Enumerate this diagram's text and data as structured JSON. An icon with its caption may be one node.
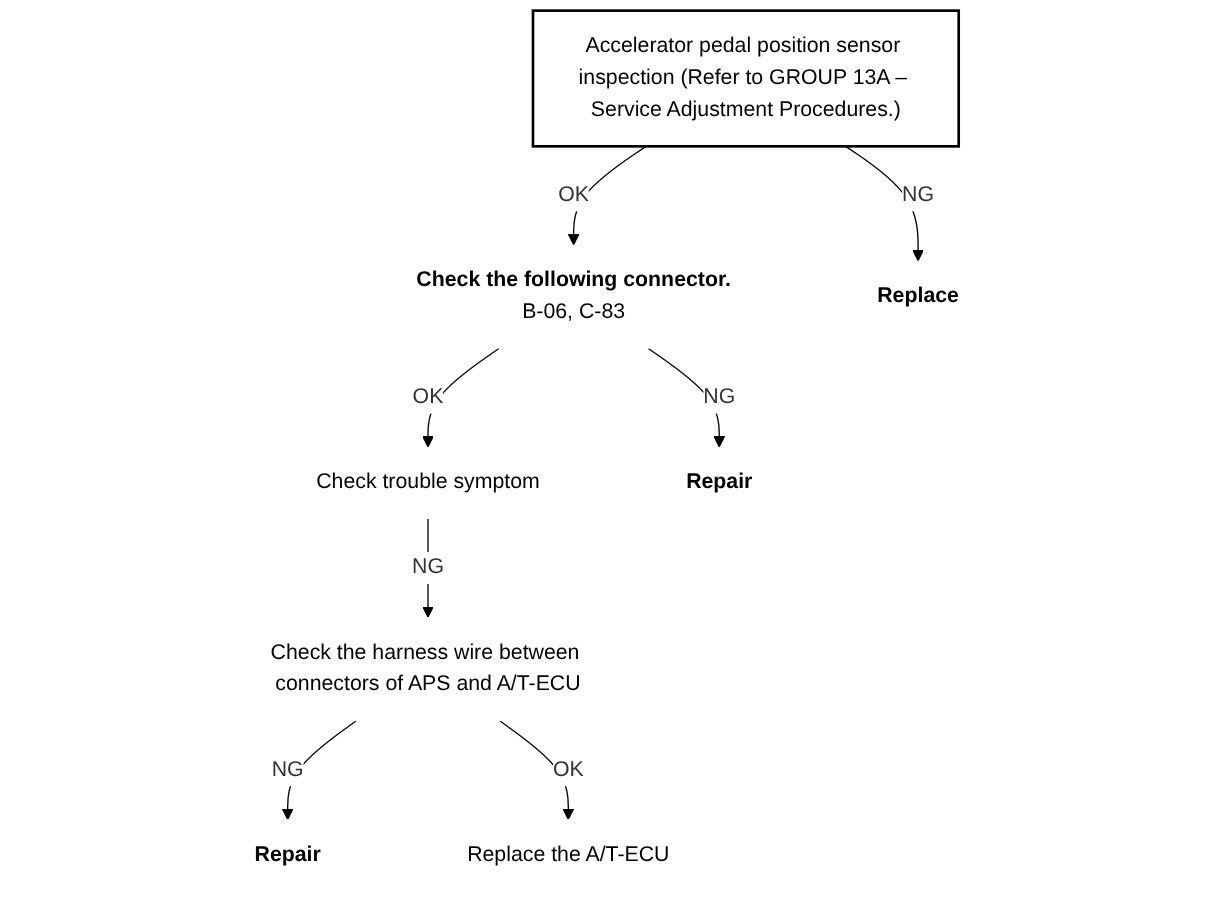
{
  "diagram": {
    "nodes": [
      {
        "text": [
          "Accelerator pedal position sensor inspection (Refer to GROUP 13A – Service Adjustment Procedures.)"
        ]
      },
      {
        "text": [
          "Check the following connector.",
          "B-06, C-83"
        ]
      },
      {
        "text": [
          "Check trouble symptom"
        ]
      },
      {
        "text": [
          "Check the harness wire between connectors of APS and A/T-ECU"
        ]
      },
      {
        "text": [
          "Replace the A/T-ECU"
        ]
      },
      {
        "text": [
          "Replace"
        ]
      },
      {
        "text": [
          "Repair"
        ]
      },
      {
        "text": [
          "Repair"
        ]
      }
    ],
    "edges": [
      {
        "from": 0,
        "to": 5,
        "label": "NG",
        "arrow": "to"
      },
      {
        "from": 0,
        "to": 1,
        "label": "OK",
        "arrow": "to"
      },
      {
        "from": 1,
        "to": 6,
        "label": "NG",
        "arrow": "to"
      },
      {
        "from": 1,
        "to": 2,
        "label": "OK",
        "arrow": "to"
      },
      {
        "from": 2,
        "to": 3,
        "label": "NG",
        "arrow": "to"
      },
      {
        "from": 3,
        "to": 7,
        "label": "NG",
        "arrow": "to"
      },
      {
        "from": 3,
        "to": 4,
        "label": "OK",
        "arrow": "to"
      }
    ]
  }
}
